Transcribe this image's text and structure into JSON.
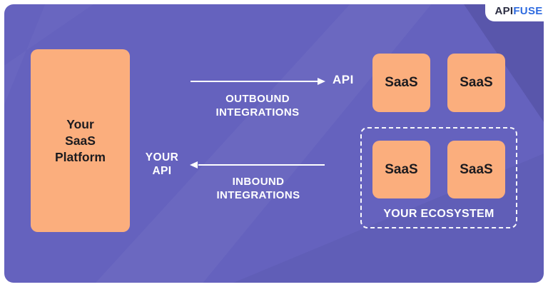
{
  "colors": {
    "background": "#6562BE",
    "box_fill": "#FBAE7D",
    "box_text": "#1C1B1F",
    "diagram_text": "#FFFFFF",
    "logo_api": "#2B2D42",
    "logo_fuse": "#2E6BE0"
  },
  "logo": {
    "api": "API",
    "fuse": "FUSE"
  },
  "platform": {
    "lines": [
      "Your",
      "SaaS",
      "Platform"
    ]
  },
  "outbound": {
    "line1": "OUTBOUND",
    "line2": "INTEGRATIONS",
    "api_label": "API"
  },
  "inbound": {
    "line1": "INBOUND",
    "line2": "INTEGRATIONS",
    "your_api_line1": "YOUR",
    "your_api_line2": "API"
  },
  "saas": {
    "top": [
      "SaaS",
      "SaaS"
    ],
    "ecosystem": [
      "SaaS",
      "SaaS"
    ]
  },
  "ecosystem": {
    "label": "YOUR ECOSYSTEM"
  }
}
